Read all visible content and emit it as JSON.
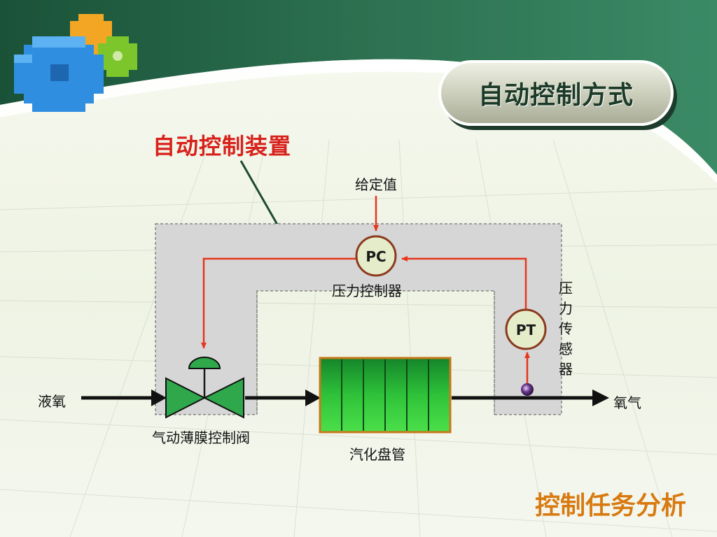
{
  "slide": {
    "title": "自动控制方式",
    "footer_title": "控制任务分析"
  },
  "diagram": {
    "device_label": "自动控制装置",
    "setpoint_label": "给定值",
    "controller": {
      "tag": "PC",
      "label": "压力控制器"
    },
    "transmitter": {
      "tag": "PT",
      "label": "压力传感器"
    },
    "valve_label": "气动薄膜控制阀",
    "coil_label": "汽化盘管",
    "inlet_label": "液氧",
    "outlet_label": "氧气"
  },
  "colors": {
    "signal_line": "#e8361c",
    "title_text": "#1c3a28",
    "device_label": "#d8211b",
    "footer_title": "#d87a10",
    "valve_green": "#2ea84a",
    "coil_green": "#22b32a",
    "coil_border": "#c8781a",
    "instrument_fill": "#e4ecca",
    "instrument_ring": "#8b3a1e",
    "dark_green_band": "#1d5a3c"
  }
}
